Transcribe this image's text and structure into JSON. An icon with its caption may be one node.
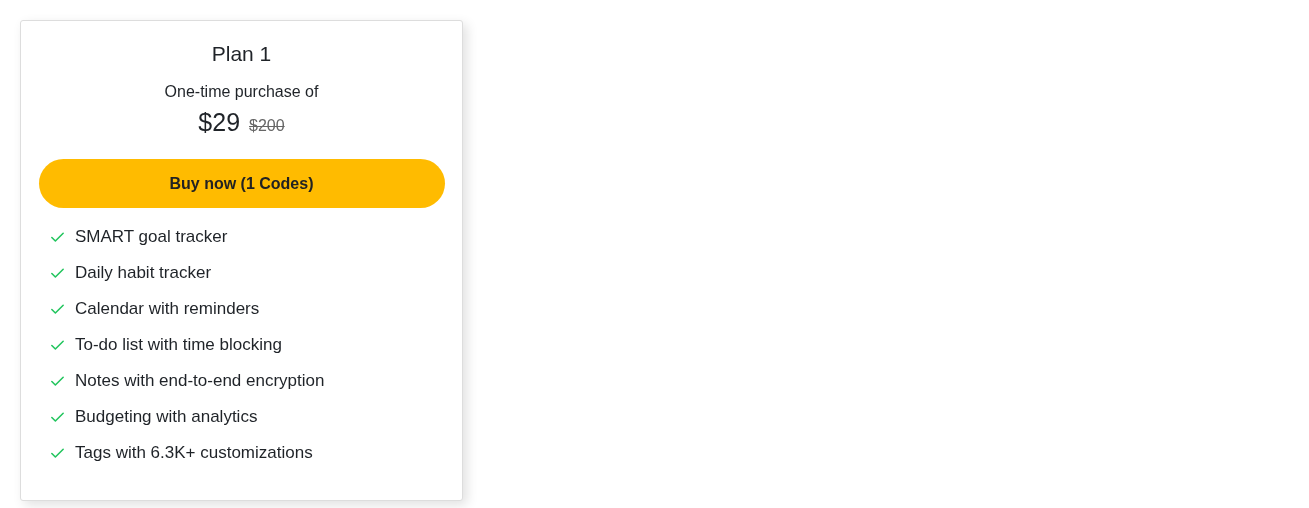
{
  "diagram": {
    "nodes": [
      {
        "text": [
          "Plan 1",
          "One-time purchase of",
          "$29",
          "$200"
        ]
      },
      {
        "text": [
          "Buy now (1 Codes)"
        ],
        "in": 0
      }
    ],
    "labels": [
      "SMART goal tracker",
      "Daily habit tracker",
      "Calendar with reminders",
      "To-do list with time blocking",
      "Notes with end-to-end encryption",
      "Budgeting with analytics",
      "Tags with 6.3K+ customizations"
    ]
  }
}
